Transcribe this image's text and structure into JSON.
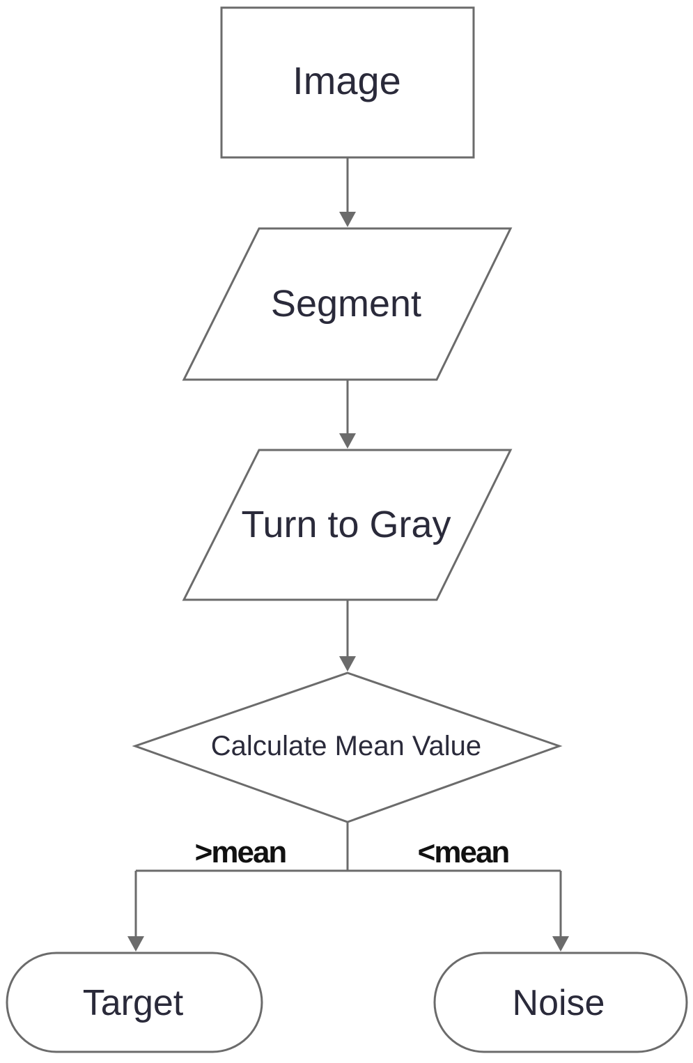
{
  "nodes": {
    "image": "Image",
    "segment": "Segment",
    "gray": "Turn to Gray",
    "mean": "Calculate Mean Value",
    "target": "Target",
    "noise": "Noise"
  },
  "branches": {
    "left": ">mean",
    "right": "<mean"
  },
  "colors": {
    "stroke": "#6b6b6b",
    "text": "#2a2a3a",
    "background": "#ffffff"
  }
}
